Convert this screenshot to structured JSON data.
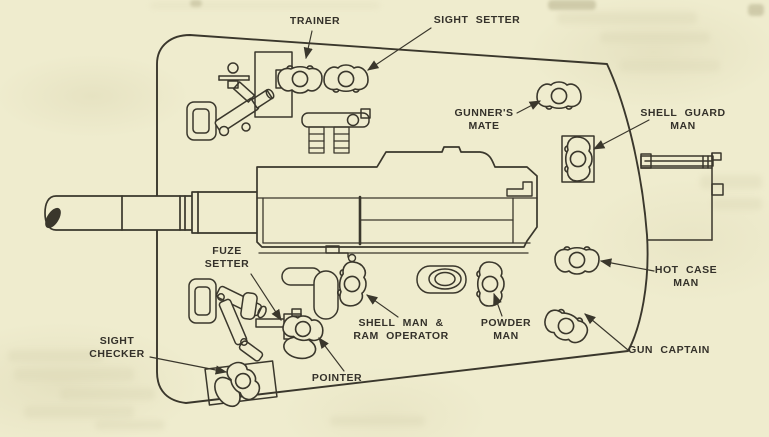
{
  "meta": {
    "description": "Top-view plan diagram of a naval gun mount showing crew stations",
    "colors": {
      "paper": "#efecce",
      "ink": "#3a372c",
      "label_ink": "#34312a"
    }
  },
  "labels": {
    "trainer": {
      "lines": [
        "TRAINER"
      ]
    },
    "sight_setter": {
      "lines": [
        "SIGHT SETTER"
      ]
    },
    "gunners_mate": {
      "lines": [
        "GUNNER'S",
        "MATE"
      ]
    },
    "shell_guard_man": {
      "lines": [
        "SHELL GUARD",
        "MAN"
      ]
    },
    "fuze_setter": {
      "lines": [
        "FUZE",
        "SETTER"
      ]
    },
    "sight_checker": {
      "lines": [
        "SIGHT",
        "CHECKER"
      ]
    },
    "pointer": {
      "lines": [
        "POINTER"
      ]
    },
    "shell_man_ram_operator": {
      "lines": [
        "SHELL MAN &",
        "RAM OPERATOR"
      ]
    },
    "powder_man": {
      "lines": [
        "POWDER",
        "MAN"
      ]
    },
    "hot_case_man": {
      "lines": [
        "HOT CASE",
        "MAN"
      ]
    },
    "gun_captain": {
      "lines": [
        "GUN CAPTAIN"
      ]
    }
  }
}
